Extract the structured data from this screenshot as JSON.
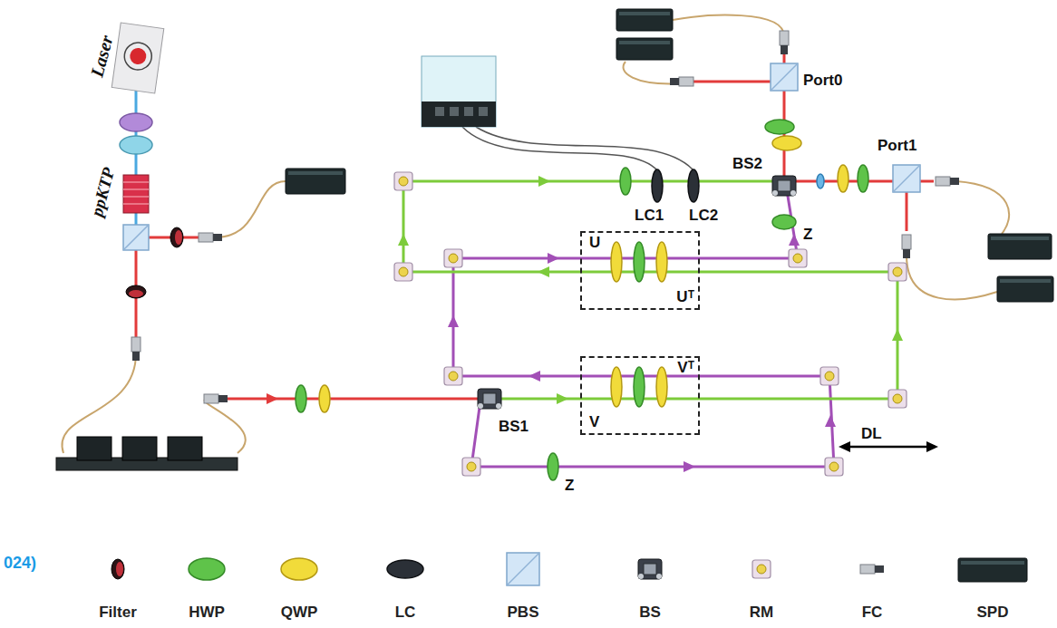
{
  "diagram": {
    "nodes": [
      {
        "text": [
          "U",
          "Uᵀ"
        ]
      },
      {
        "text": [
          "Vᵀ",
          "V"
        ]
      }
    ],
    "labels": [
      "Laser",
      "ppKTP",
      "Port0",
      "Port1",
      "BS2",
      "LC1",
      "LC2",
      "Z",
      "BS1",
      "Z",
      "DL",
      "024)"
    ],
    "legend": [
      {
        "text": "Filter"
      },
      {
        "text": "HWP"
      },
      {
        "text": "QWP"
      },
      {
        "text": "LC"
      },
      {
        "text": "PBS"
      },
      {
        "text": "BS"
      },
      {
        "text": "RM"
      },
      {
        "text": "FC"
      },
      {
        "text": "SPD"
      }
    ]
  }
}
